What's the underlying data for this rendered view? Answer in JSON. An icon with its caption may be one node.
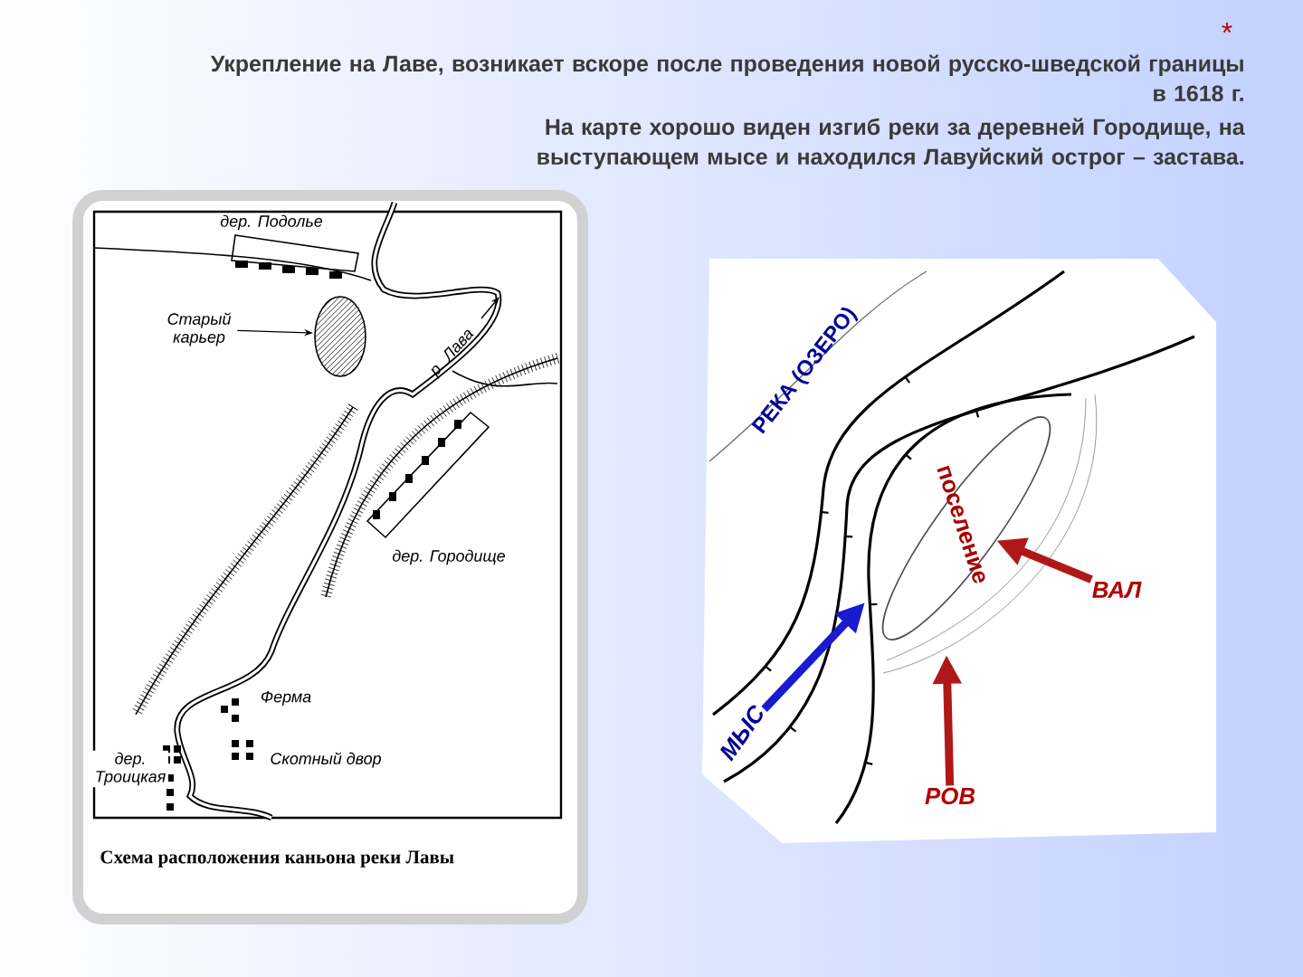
{
  "diagram": {
    "title": "Укрепление на Лаве, возникает вскоре после проведения новой русско-шведской границы в 1618 г.",
    "caption": "Схема расположения каньона реки Лавы",
    "nodes": [
      {
        "text": [
          "Старый карьер"
        ]
      },
      {
        "text": [
          "МЫС"
        ]
      },
      {
        "text": [
          "ВАЛ"
        ]
      },
      {
        "text": [
          "РОВ"
        ]
      },
      {
        "text": [
          "поселение"
        ]
      }
    ],
    "edges": [
      {
        "from": 0,
        "to": null,
        "arrow": "to",
        "color": "#000000"
      },
      {
        "from": 1,
        "to": null,
        "arrow": "to",
        "color": "#1a1ad0"
      },
      {
        "from": 2,
        "to": 4,
        "arrow": "to",
        "color": "#b01818"
      },
      {
        "from": 3,
        "to": null,
        "arrow": "to",
        "color": "#b01818"
      }
    ],
    "labels": [
      "*",
      "На карте хорошо виден изгиб реки за деревней Городище, на выступающем мысе и находился Лавуйский острог – застава.",
      "дер. Подолье",
      "р. Лава",
      "дер. Городище",
      "Ферма",
      "дер. Троицкая",
      "Скотный двор",
      "РЕКА (ОЗЕРО)"
    ]
  }
}
